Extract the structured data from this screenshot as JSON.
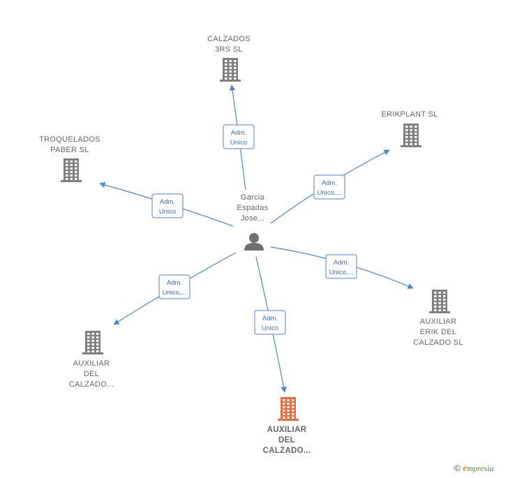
{
  "center": {
    "name_lines": [
      "Garcia",
      "Espadas",
      "Jose..."
    ],
    "icon": "person-icon"
  },
  "companies": [
    {
      "id": "calzados-3rs",
      "lines": [
        "CALZADOS",
        "3RS  SL"
      ],
      "highlight": false,
      "icon": "building-icon"
    },
    {
      "id": "erikplant",
      "lines": [
        "ERIKPLANT  SL"
      ],
      "highlight": false,
      "icon": "building-icon"
    },
    {
      "id": "troquelados-paber",
      "lines": [
        "TROQUELADOS",
        "PABER SL"
      ],
      "highlight": false,
      "icon": "building-icon"
    },
    {
      "id": "auxiliar-erik",
      "lines": [
        "AUXILIAR",
        "ERIK DEL",
        "CALZADO  SL"
      ],
      "highlight": false,
      "icon": "building-icon"
    },
    {
      "id": "auxiliar-calzado-left",
      "lines": [
        "AUXILIAR",
        "DEL",
        "CALZADO..."
      ],
      "highlight": false,
      "icon": "building-icon"
    },
    {
      "id": "auxiliar-calzado-main",
      "lines": [
        "AUXILIAR",
        "DEL",
        "CALZADO..."
      ],
      "highlight": true,
      "icon": "building-icon"
    }
  ],
  "edges": [
    {
      "to": "calzados-3rs",
      "label_lines": [
        "Adm.",
        "Unico"
      ]
    },
    {
      "to": "erikplant",
      "label_lines": [
        "Adm.",
        "Unico,..."
      ]
    },
    {
      "to": "troquelados-paber",
      "label_lines": [
        "Adm.",
        "Unico"
      ]
    },
    {
      "to": "auxiliar-erik",
      "label_lines": [
        "Adm.",
        "Unico,..."
      ]
    },
    {
      "to": "auxiliar-calzado-left",
      "label_lines": [
        "Adm.",
        "Unico,..."
      ]
    },
    {
      "to": "auxiliar-calzado-main",
      "label_lines": [
        "Adm.",
        "Unico"
      ]
    }
  ],
  "colors": {
    "edge": "#4a86d4",
    "edge_label_text": "#3a6fb5",
    "building": "#808080",
    "building_highlight": "#f26a3a",
    "person": "#707070",
    "label": "#666666"
  },
  "footer": {
    "copyright_symbol": "©",
    "brand_initial": "e",
    "brand_rest": "mpresia"
  }
}
